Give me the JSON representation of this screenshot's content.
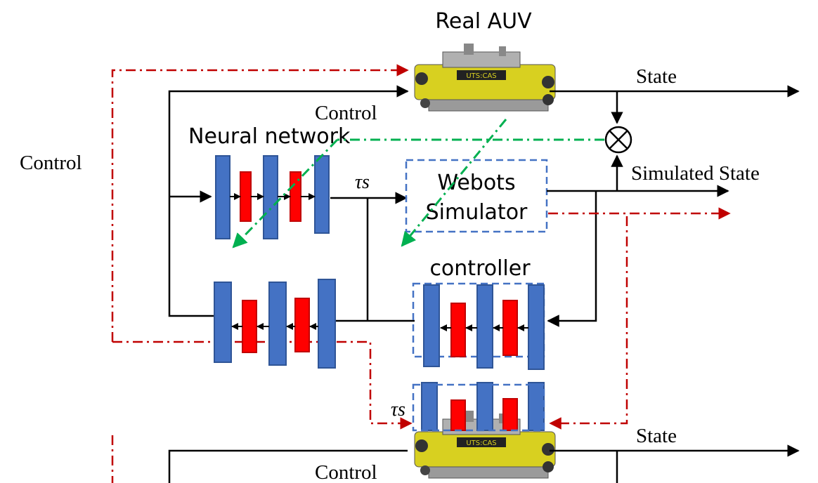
{
  "labels": {
    "real_auv": "Real AUV",
    "state_top": "State",
    "control_top": "Control",
    "neural_network": "Neural network",
    "control_left": "Control",
    "tau_s_top": "τs",
    "webots_line1": "Webots",
    "webots_line2": "Simulator",
    "simulated_state": "Simulated State",
    "controller": "controller",
    "tau_s_bottom": "τs",
    "state_bottom": "State",
    "control_bottom": "Control"
  },
  "colors": {
    "blue_block": "#4472c4",
    "blue_dark": "#2f5597",
    "red_block": "#ff0000",
    "red_dark": "#c00000",
    "dashed_blue": "#4472c4",
    "red_dashdot": "#c00000",
    "green_dashdot": "#00b050",
    "black": "#000000",
    "auv_yellow": "#d8d020"
  },
  "icons": {
    "auv": "underwater-vehicle-icon",
    "sum": "circle-times-icon"
  }
}
